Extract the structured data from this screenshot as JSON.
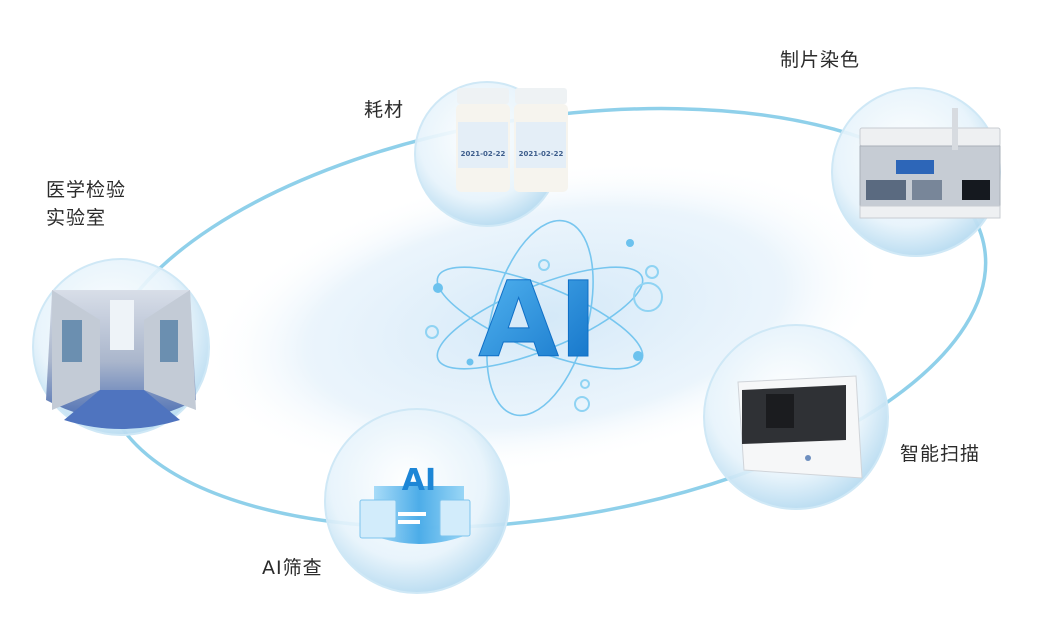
{
  "center": {
    "title": "AI"
  },
  "nodes": {
    "consumables": {
      "label": "耗材",
      "vial_dates": [
        "2021-02-22",
        "2021-02-22"
      ]
    },
    "slide_staining": {
      "label": "制片染色"
    },
    "lab": {
      "label": "医学检验\n实验室"
    },
    "smart_scan": {
      "label": "智能扫描"
    },
    "ai_screening": {
      "label": "AI筛查",
      "badge": "AI"
    }
  },
  "colors": {
    "ring": "#8fd0ea",
    "glow": "#d9ecf8",
    "ai_blue": "#1d86d6",
    "ai_light": "#7cc7f2",
    "text": "#2b2b2b"
  }
}
